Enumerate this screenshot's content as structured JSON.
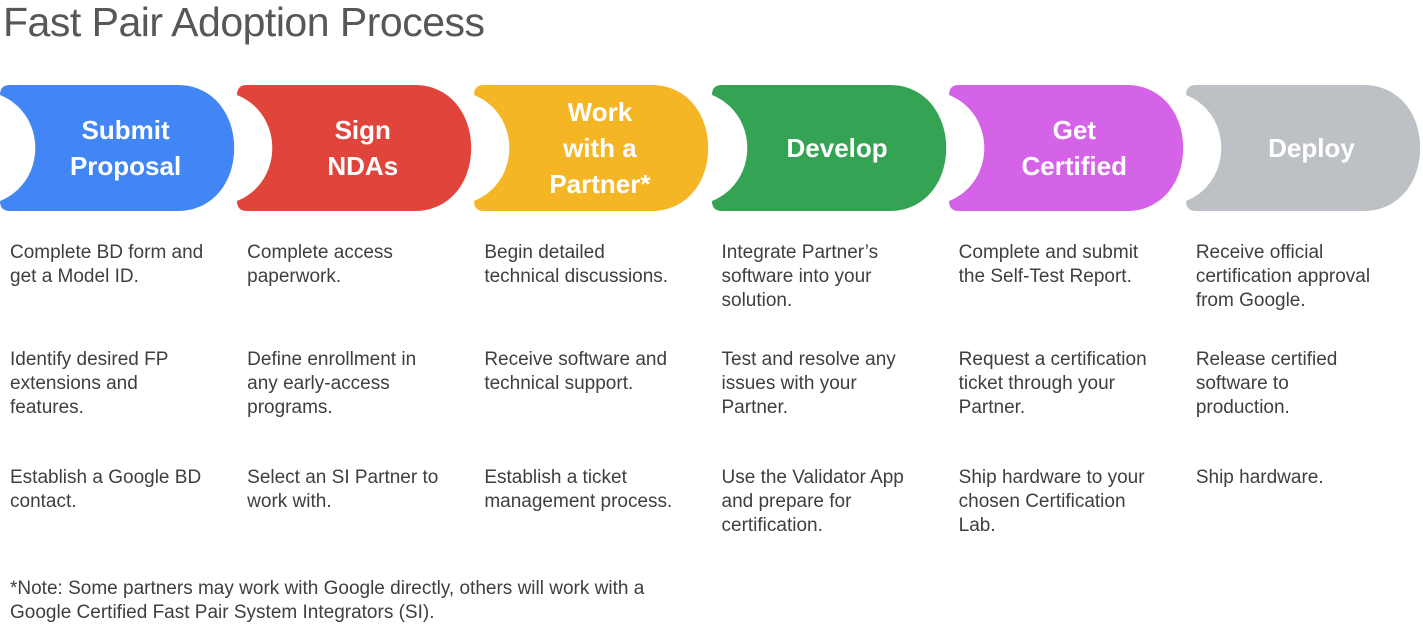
{
  "page": {
    "title": "Fast Pair Adoption Process",
    "background_color": "#ffffff",
    "body_text_color": "#3c4043",
    "title_text_color": "#555759",
    "label_text_color": "#ffffff"
  },
  "steps": [
    {
      "label": [
        "Submit",
        "Proposal"
      ],
      "color": "#4285F4",
      "items": [
        [
          "Complete BD form and",
          "get a Model ID."
        ],
        [
          "Identify desired FP",
          "extensions and",
          "features."
        ],
        [
          "Establish a Google BD",
          "contact."
        ]
      ]
    },
    {
      "label": [
        "Sign",
        "NDAs"
      ],
      "color": "#E1443A",
      "items": [
        [
          "Complete access",
          "paperwork."
        ],
        [
          "Define enrollment in",
          "any early-access",
          "programs."
        ],
        [
          "Select an SI Partner to",
          "work with."
        ]
      ]
    },
    {
      "label": [
        "Work",
        "with a",
        "Partner*"
      ],
      "color": "#F5B626",
      "items": [
        [
          "Begin detailed",
          "technical discussions."
        ],
        [
          "Receive software and",
          "technical support."
        ],
        [
          "Establish a ticket",
          "management process."
        ]
      ]
    },
    {
      "label": [
        "Develop"
      ],
      "color": "#34A353",
      "items": [
        [
          "Integrate Partner’s",
          "software into your",
          "solution."
        ],
        [
          "Test and resolve any",
          "issues with your",
          "Partner."
        ],
        [
          "Use the Validator App",
          "and prepare for",
          "certification."
        ]
      ]
    },
    {
      "label": [
        "Get",
        "Certified"
      ],
      "color": "#D563E8",
      "items": [
        [
          "Complete and submit",
          "the Self-Test Report."
        ],
        [
          "Request a certification",
          "ticket through your",
          "Partner."
        ],
        [
          "Ship hardware to your",
          "chosen Certification",
          "Lab."
        ]
      ]
    },
    {
      "label": [
        "Deploy"
      ],
      "color": "#BDC1C6",
      "items": [
        [
          "Receive official",
          "certification approval",
          "from Google."
        ],
        [
          "Release certified",
          "software to",
          "production."
        ],
        [
          "Ship hardware."
        ]
      ]
    }
  ],
  "footnote": [
    "*Note: Some partners may work with Google directly, others will work with a",
    "Google Certified Fast Pair System Integrators (SI)."
  ]
}
